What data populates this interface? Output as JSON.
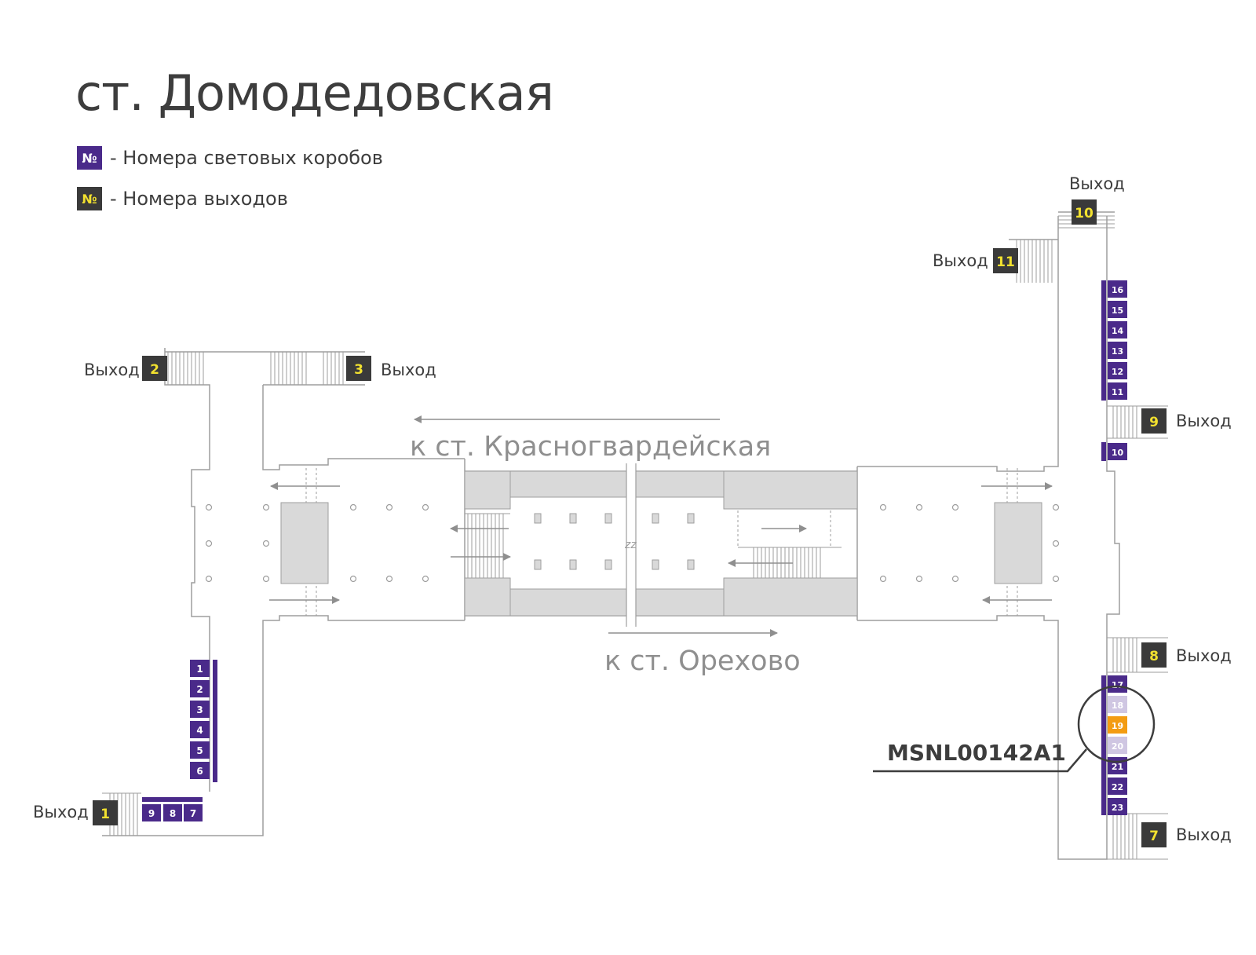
{
  "station": {
    "title": "ст. Домодедовская"
  },
  "legend": {
    "lightbox": {
      "symbol": "№",
      "label": "- Номера световых коробов"
    },
    "exit": {
      "symbol": "№",
      "label": "- Номера выходов"
    }
  },
  "exit_label": "Выход",
  "exits": [
    "1",
    "2",
    "3",
    "7",
    "8",
    "9",
    "10",
    "11"
  ],
  "directions": {
    "north": "к ст. Красногвардейская",
    "south": "к ст. Орехово"
  },
  "lightboxes": {
    "left_column": [
      "1",
      "2",
      "3",
      "4",
      "5",
      "6"
    ],
    "bottom_row": [
      "9",
      "8",
      "7"
    ],
    "right_upper": [
      "16",
      "15",
      "14",
      "13",
      "12",
      "11"
    ],
    "right_single": "10",
    "right_lower": [
      "17",
      "18",
      "19",
      "20",
      "21",
      "22",
      "23"
    ]
  },
  "highlighted_lightbox": "19",
  "faded_lightboxes": [
    "18",
    "20"
  ],
  "callout_code": "MSNL00142A1",
  "colors": {
    "lightbox": "#4a2a8a",
    "exit_box": "#3a3a3a",
    "exit_number": "#f2e12f",
    "highlight": "#f39c12",
    "faded": "#cfc6e2",
    "wall": "#9e9e9e",
    "platform": "#d9d9d9",
    "text": "#3d3d3d",
    "direction_text": "#8f8f8f"
  }
}
